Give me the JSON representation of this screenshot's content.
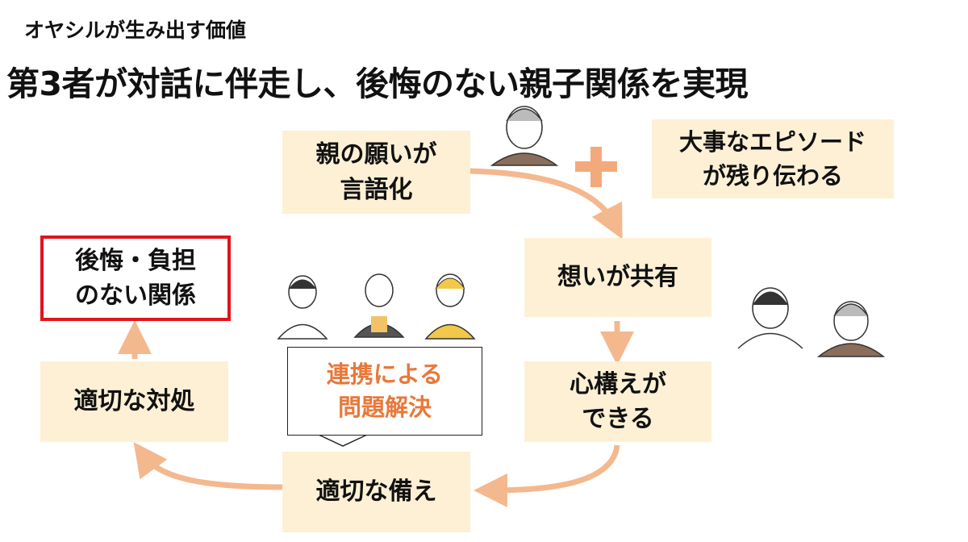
{
  "header": {
    "subtitle": "オヤシルが生み出す価値",
    "title": "第3者が対話に伴走し、後悔のない親子関係を実現"
  },
  "colors": {
    "box_fill": "#fdf0d5",
    "arrow": "#f4b88f",
    "highlight_border": "#e0141d",
    "callout_text": "#e8783a"
  },
  "boxes": {
    "verbalize": [
      "親の願いが",
      "言語化"
    ],
    "episode": [
      "大事なエピソード",
      "が残り伝わる"
    ],
    "share": [
      "想いが共有"
    ],
    "prepared": [
      "心構えが",
      "できる"
    ],
    "preparation": [
      "適切な備え"
    ],
    "response": [
      "適切な対処"
    ],
    "relationship": [
      "後悔・負担",
      "のない関係"
    ]
  },
  "callout": [
    "連携による",
    "問題解決"
  ],
  "plus": "+"
}
